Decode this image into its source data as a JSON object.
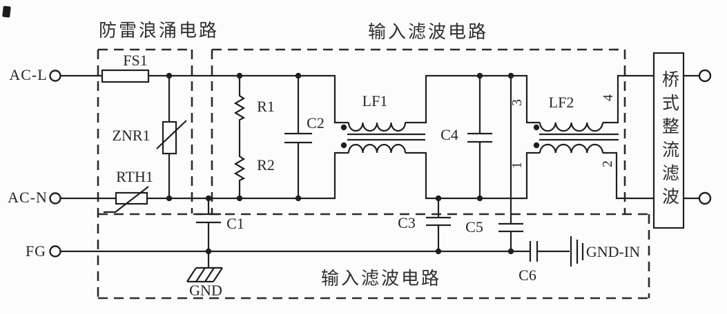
{
  "sections": {
    "surge": "防雷浪涌电路",
    "filter_top": "输入滤波电路",
    "filter_bottom": "输入滤波电路",
    "bridge": "桥式整流滤波"
  },
  "terminals": {
    "ac_l": "AC-L",
    "ac_n": "AC-N",
    "fg": "FG"
  },
  "grounds": {
    "gnd": "GND",
    "gnd_in": "GND-IN"
  },
  "components": {
    "fuse": "FS1",
    "varistor": "ZNR1",
    "thermistor": "RTH1",
    "r1": "R1",
    "r2": "R2",
    "c1": "C1",
    "c2": "C2",
    "c3": "C3",
    "c4": "C4",
    "c5": "C5",
    "c6": "C6",
    "choke1": "LF1",
    "choke2": "LF2"
  },
  "choke2_pins": {
    "pin3": "3",
    "pin1": "1",
    "pin4": "4",
    "pin2": "2"
  },
  "colors": {
    "line": "#1f1f1f",
    "text": "#262626",
    "background": "#fcfcfc"
  }
}
